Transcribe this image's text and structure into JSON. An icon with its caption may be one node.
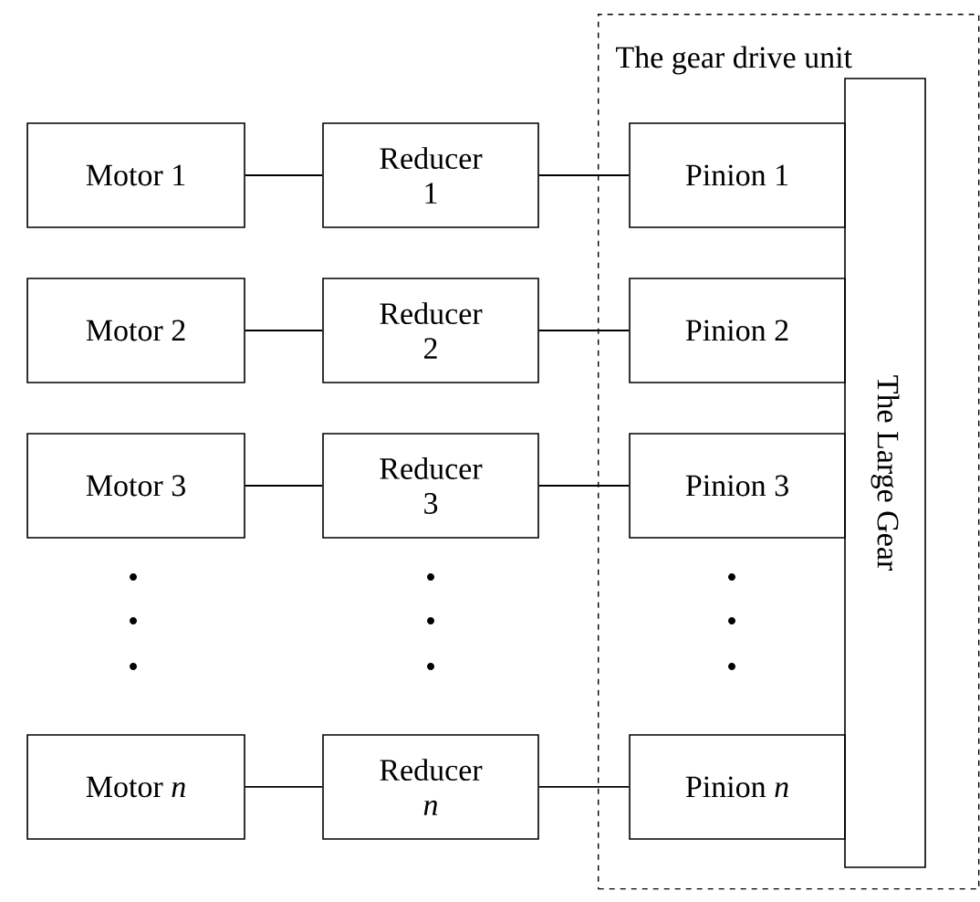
{
  "diagram": {
    "nodes": [
      {
        "text": [
          "The gear drive unit"
        ]
      },
      {
        "text": [
          "The Large Gear"
        ],
        "in": 0
      },
      {
        "text": [
          "Motor 1"
        ]
      },
      {
        "text": [
          "Reducer 1"
        ]
      },
      {
        "text": [
          "Pinion 1"
        ],
        "in": 0
      },
      {
        "text": [
          "Motor 2"
        ]
      },
      {
        "text": [
          "Reducer 2"
        ]
      },
      {
        "text": [
          "Pinion 2"
        ],
        "in": 0
      },
      {
        "text": [
          "Motor 3"
        ]
      },
      {
        "text": [
          "Reducer 3"
        ]
      },
      {
        "text": [
          "Pinion 3"
        ],
        "in": 0
      },
      {
        "text": [
          "Motor *n*"
        ]
      },
      {
        "text": [
          "Reducer *n*"
        ]
      },
      {
        "text": [
          "Pinion *n*"
        ],
        "in": 0
      }
    ],
    "edges": [
      {
        "from": 2,
        "to": 3,
        "arrow": "none"
      },
      {
        "from": 3,
        "to": 4,
        "arrow": "none"
      },
      {
        "from": 5,
        "to": 6,
        "arrow": "none"
      },
      {
        "from": 6,
        "to": 7,
        "arrow": "none"
      },
      {
        "from": 8,
        "to": 9,
        "arrow": "none"
      },
      {
        "from": 9,
        "to": 10,
        "arrow": "none"
      },
      {
        "from": 11,
        "to": 12,
        "arrow": "none"
      },
      {
        "from": 12,
        "to": 13,
        "arrow": "none"
      }
    ]
  }
}
